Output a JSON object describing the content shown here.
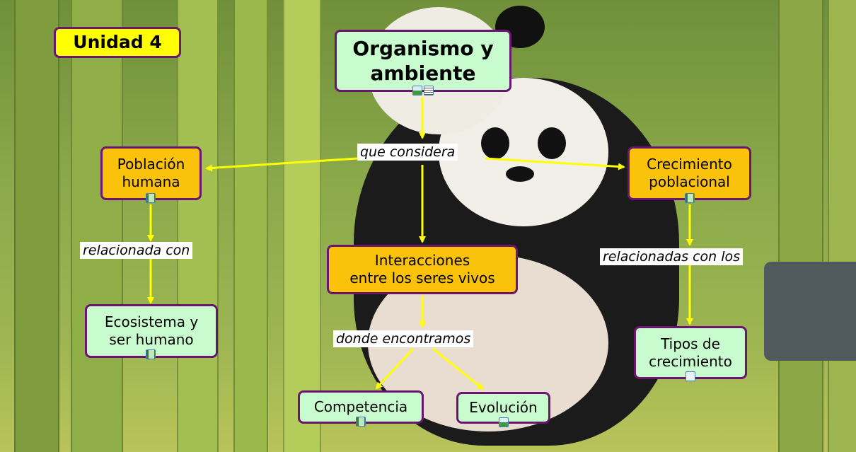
{
  "title_badge": "Unidad 4",
  "root": {
    "label_line1": "Organismo y",
    "label_line2": "ambiente",
    "icons": [
      "image-icon",
      "document-icon"
    ]
  },
  "links": {
    "que_considera": "que considera",
    "relacionada_con": "relacionada con",
    "relacionadas_con_los": "relacionadas con los",
    "donde_encontramos": "donde encontramos"
  },
  "nodes": {
    "poblacion_humana": {
      "line1": "Población",
      "line2": "humana",
      "icon": "video-icon"
    },
    "crecimiento_poblacional": {
      "line1": "Crecimiento",
      "line2": "poblacional",
      "icon": "video-icon"
    },
    "interacciones": {
      "line1": "Interacciones",
      "line2": "entre los seres vivos"
    },
    "ecosistema": {
      "line1": "Ecosistema y",
      "line2": "ser humano",
      "icon": "video-icon"
    },
    "tipos_crecimiento": {
      "line1": "Tipos de",
      "line2": "crecimiento",
      "icon": "concept-map-icon"
    },
    "competencia": {
      "label": "Competencia",
      "icon": "video-icon"
    },
    "evolucion": {
      "label": "Evolución",
      "icon": "image-icon"
    }
  },
  "colors": {
    "node_green": "#c8fcce",
    "node_orange": "#fbc20c",
    "badge_yellow": "#ffff00",
    "border_purple": "#6a1670",
    "arrow_yellow": "#ffff00"
  }
}
